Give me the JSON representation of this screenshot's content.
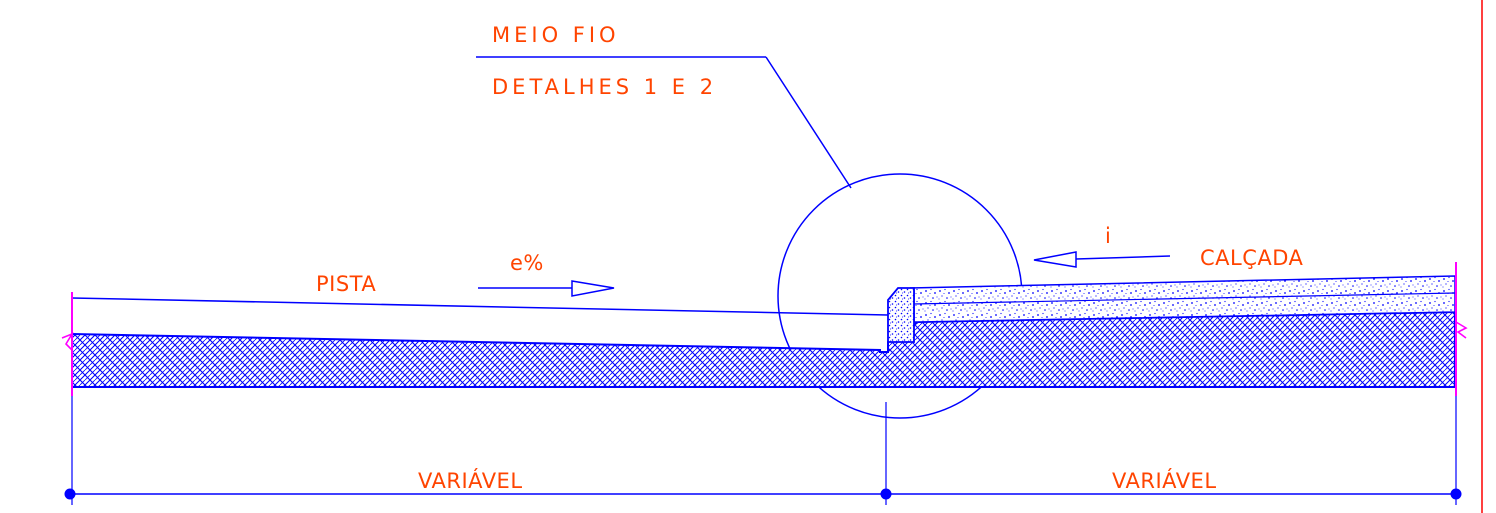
{
  "colors": {
    "line": "#0000ff",
    "text": "#ff4400",
    "accent": "#ff00ff",
    "frame": "#ff0000",
    "background": "#ffffff"
  },
  "callout": {
    "line1": "MEIO FIO",
    "line2": "DETALHES 1 E 2"
  },
  "labels": {
    "pista": "PISTA",
    "slope_pista": "e%",
    "calcada": "CALÇADA",
    "slope_calcada": "i"
  },
  "dimensions": {
    "left": "VARIÁVEL",
    "right": "VARIÁVEL"
  }
}
